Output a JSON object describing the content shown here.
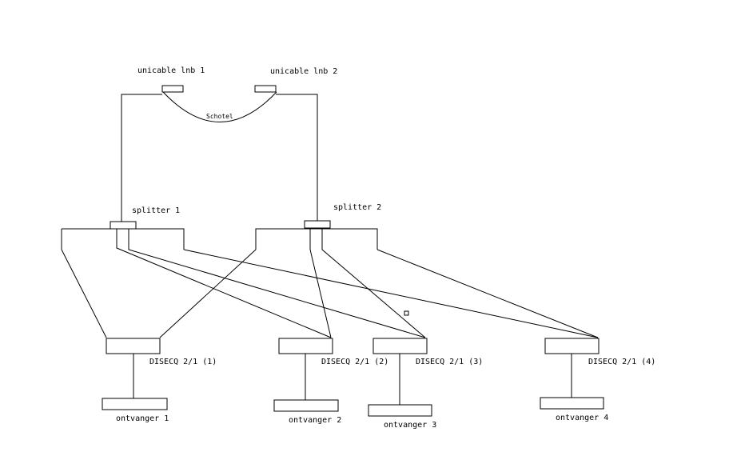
{
  "lnb": [
    {
      "label": "unicable lnb 1"
    },
    {
      "label": "unicable lnb 2"
    }
  ],
  "dish": {
    "label": "Schotel"
  },
  "splitters": [
    {
      "label": "splitter 1"
    },
    {
      "label": "splitter 2"
    }
  ],
  "diseqc": [
    {
      "label": "DISECQ 2/1 (1)"
    },
    {
      "label": "DISECQ 2/1 (2)"
    },
    {
      "label": "DISECQ 2/1 (3)"
    },
    {
      "label": "DISECQ 2/1 (4)"
    }
  ],
  "receivers": [
    {
      "label": "ontvanger 1"
    },
    {
      "label": "ontvanger 2"
    },
    {
      "label": "ontvanger 3"
    },
    {
      "label": "ontvanger 4"
    }
  ]
}
